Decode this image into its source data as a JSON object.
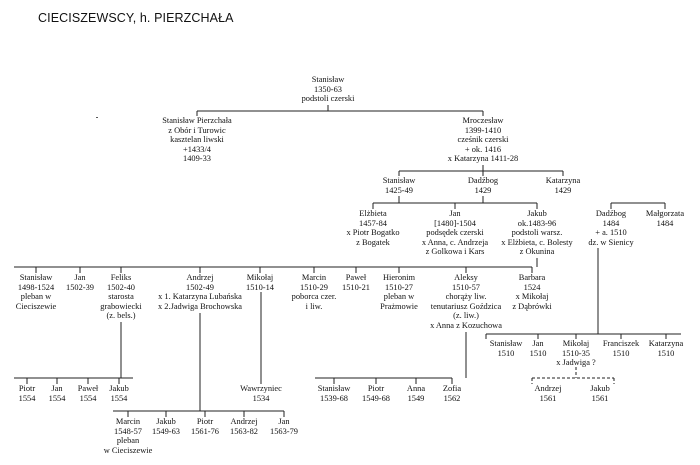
{
  "title": "CIECISZEWSCY, h. PIERZCHAŁA",
  "people": {
    "root": [
      "Stanisław",
      "1350-63",
      "podstoli czerski"
    ],
    "stan_pierz": [
      "Stanisław Pierzchała",
      "z Obór i Turowic",
      "kasztelan liwski",
      "+1433/4",
      "1409-33"
    ],
    "mroczeslaw": [
      "Mroczesław",
      "1399-1410",
      "cześnik czerski",
      "+ ok. 1416",
      "x Katarzyna 1411-28"
    ],
    "stan_1425": [
      "Stanisław",
      "1425-49"
    ],
    "dadzbog_1429": [
      "Dadźbog",
      "1429"
    ],
    "katarzyna_1429": [
      "Katarzyna",
      "1429"
    ],
    "elzbieta": [
      "Elżbieta",
      "1457-84",
      "x Piotr Bogatko",
      "z Bogatek"
    ],
    "jan_1480": [
      "Jan",
      "[1480]-1504",
      "podsędek czerski",
      "x Anna, c. Andrzeja",
      "z Golkowa i Kars"
    ],
    "jakub_1483": [
      "Jakub",
      "ok.1483-96",
      "podstoli warsz.",
      "x Elżbieta, c. Bolesty",
      "z Okunina"
    ],
    "dadzbog_1484": [
      "Dadźbog",
      "1484",
      "+ a. 1510",
      "dz. w Sienicy"
    ],
    "malgorzata": [
      "Małgorzata",
      "1484"
    ],
    "stan_1498": [
      "Stanisław",
      "1498-1524",
      "pleban w",
      "Cieciszewie"
    ],
    "jan_1502": [
      "Jan",
      "1502-39"
    ],
    "feliks": [
      "Feliks",
      "1502-40",
      "starosta",
      "grabowiecki",
      "(z. bels.)"
    ],
    "andrzej_1502": [
      "Andrzej",
      "1502-49",
      "x 1. Katarzyna Lubańska",
      "x 2.Jadwiga Brochowska"
    ],
    "mikolaj_1510": [
      "Mikołaj",
      "1510-14"
    ],
    "marcin_1510": [
      "Marcin",
      "1510-29",
      "poborca czer.",
      "i liw."
    ],
    "pawel_1510": [
      "Paweł",
      "1510-21"
    ],
    "hieronim": [
      "Hieronim",
      "1510-27",
      "pleban w",
      "Prażmowie"
    ],
    "aleksy": [
      "Aleksy",
      "1510-57",
      "chorąży liw.",
      "tenutariusz Goździca",
      "(z. liw.)",
      "x Anna z Kozuchowa"
    ],
    "barbara": [
      "Barbara",
      "1524",
      "x Mikołaj",
      "z Dąbrówki"
    ],
    "stan_s_1510": [
      "Stanisław",
      "1510"
    ],
    "jan_s_1510": [
      "Jan",
      "1510"
    ],
    "mikolaj_s_1510": [
      "Mikołaj",
      "1510-35",
      "x Jadwiga ?"
    ],
    "franciszek": [
      "Franciszek",
      "1510"
    ],
    "katarzyna_1510": [
      "Katarzyna",
      "1510"
    ],
    "piotr_1554": [
      "Piotr",
      "1554"
    ],
    "jan_1554": [
      "Jan",
      "1554"
    ],
    "pawel_1554": [
      "Paweł",
      "1554"
    ],
    "jakub_1554": [
      "Jakub",
      "1554"
    ],
    "wawrzyniec": [
      "Wawrzyniec",
      "1534"
    ],
    "stan_1539": [
      "Stanisław",
      "1539-68"
    ],
    "piotr_1549": [
      "Piotr",
      "1549-68"
    ],
    "anna_1549": [
      "Anna",
      "1549"
    ],
    "zofia": [
      "Zofia",
      "1562"
    ],
    "andrzej_1561": [
      "Andrzej",
      "1561"
    ],
    "jakub_1561": [
      "Jakub",
      "1561"
    ],
    "marcin_1548": [
      "Marcin",
      "1548-57",
      "pleban",
      "w Cieciszewie"
    ],
    "jakub_1549": [
      "Jakub",
      "1549-63"
    ],
    "piotr_1561": [
      "Piotr",
      "1561-76"
    ],
    "andrzej_1563": [
      "Andrzej",
      "1563-82"
    ],
    "jan_1563": [
      "Jan",
      "1563-79"
    ]
  },
  "connector_color": "#222222"
}
